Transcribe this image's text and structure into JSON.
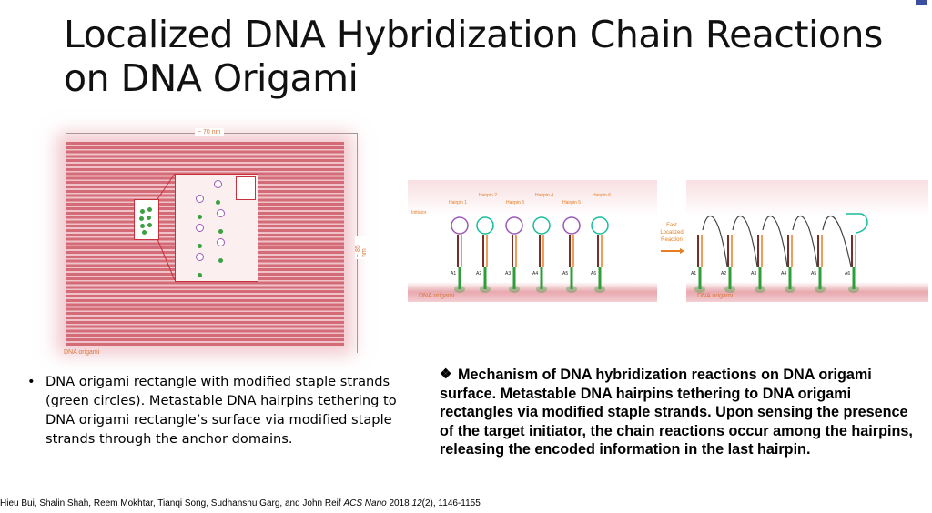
{
  "slide": {
    "title_line1": "Localized DNA Hybridization Chain Reactions",
    "title_line2": "on DNA Origami"
  },
  "figure_left": {
    "width_label": "~ 70 nm",
    "height_label": "~ 85 nm",
    "origami_label": "DNA origami"
  },
  "figure_right": {
    "initiator_label": "Initiator",
    "hairpins": [
      "Hairpin 1",
      "Hairpin 2",
      "Hairpin 3",
      "Hairpin 4",
      "Hairpin 5",
      "Hairpin 6"
    ],
    "anchors": [
      "A1",
      "A2",
      "A3",
      "A4",
      "A5",
      "A6"
    ],
    "reaction_label": "Fast Localized Reaction",
    "origami_label": "DNA origami",
    "colors": {
      "purple": "#9b59b6",
      "teal": "#1abc9c",
      "green": "#2e9e3a",
      "brown": "#7b2d26",
      "orange": "#e67e22"
    }
  },
  "left_bullet": {
    "bullet": "•",
    "text": "DNA origami rectangle with modified staple strands (green circles). Metastable DNA hairpins tethering to DNA origami rectangle’s surface via modified staple strands through the anchor domains."
  },
  "right_bullet": {
    "bullet": "❖",
    "text": "Mechanism of DNA hybridization reactions on DNA origami surface. Metastable DNA hairpins tethering to DNA origami rectangles via modified staple strands. Upon sensing the presence of the target initiator, the chain reactions occur among the hairpins, releasing the encoded information in the last hairpin."
  },
  "citation": {
    "authors": "Hieu Bui, Shalin Shah, Reem Mokhtar, Tianqi Song, Sudhanshu Garg, and John Reif",
    "journal": "ACS Nano",
    "year": "2018",
    "volume": "12",
    "issue_pages": "(2), 1146-1155"
  }
}
